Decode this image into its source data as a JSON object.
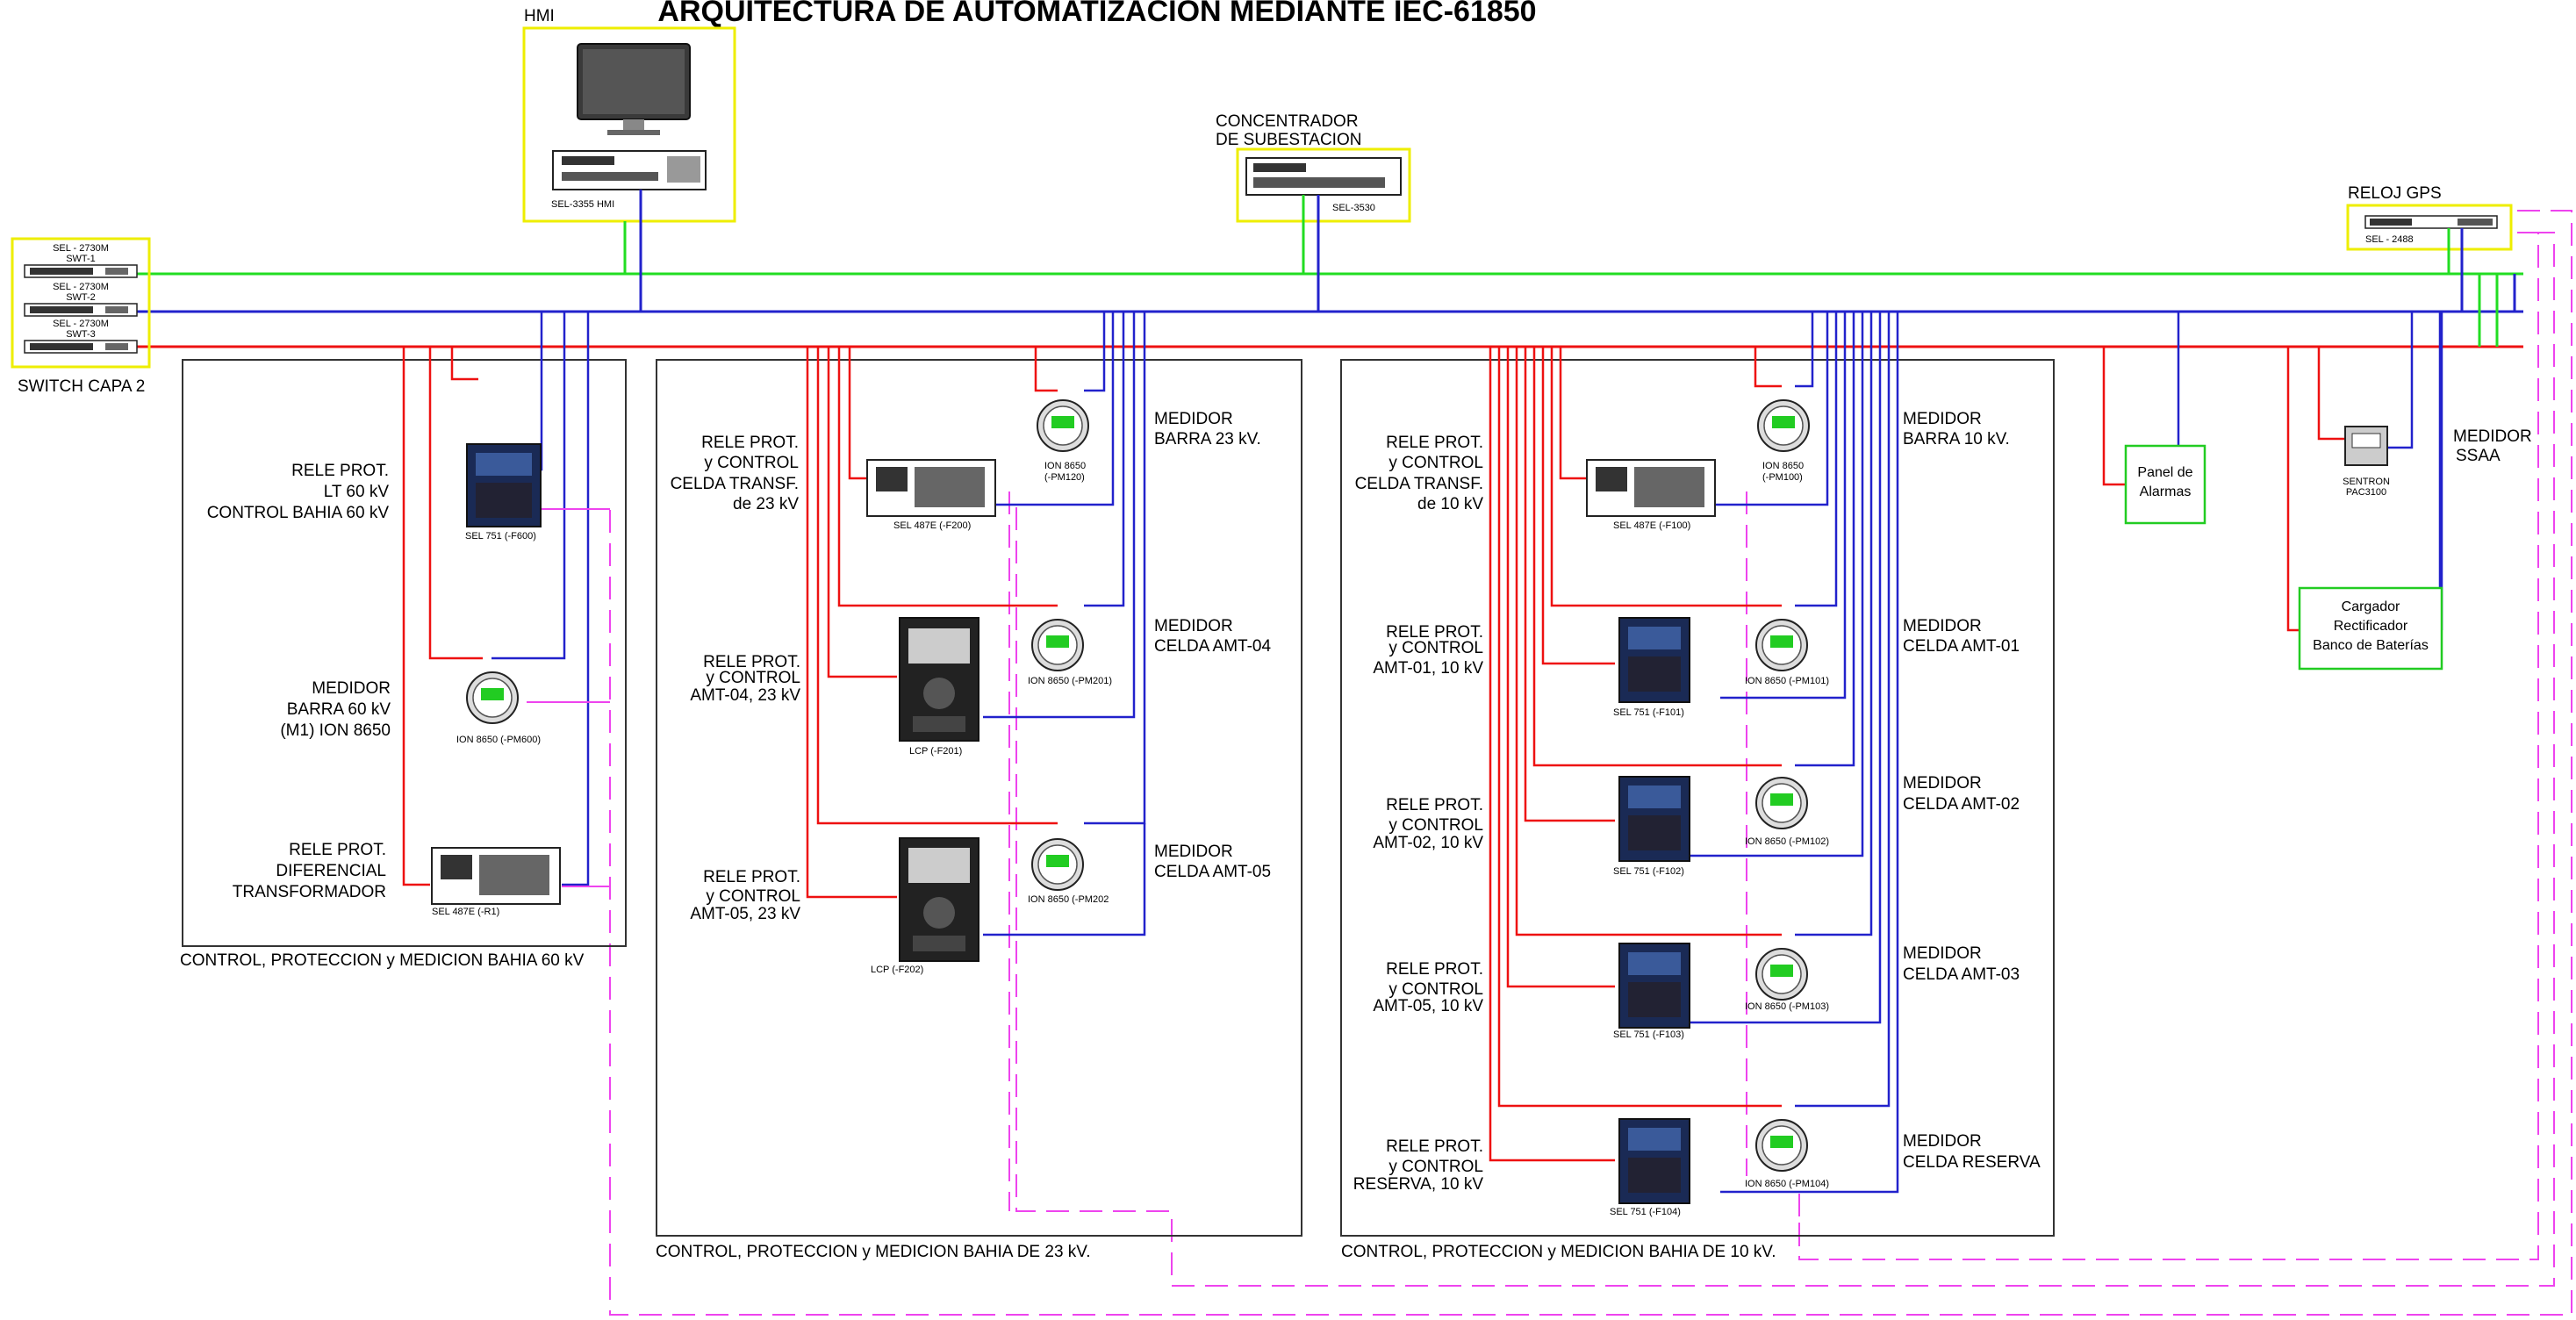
{
  "title": "ARQUITECTURA DE AUTOMATIZACION MEDIANTE IEC-61850",
  "colors": {
    "green_bus": "#22dd22",
    "blue_bus": "#2222cc",
    "red_bus": "#ee1111",
    "magenta_link": "#ee44ee",
    "yellow_box": "#eeee00",
    "green_box": "#22cc22",
    "panel_border": "#333333"
  },
  "hmi": {
    "heading": "HMI",
    "device": "SEL-3355 HMI"
  },
  "concentrador": {
    "line1": "CONCENTRADOR",
    "line2": "DE SUBESTACION",
    "device": "SEL-3530"
  },
  "gps": {
    "heading": "RELOJ GPS",
    "device": "SEL - 2488"
  },
  "switches": {
    "items": [
      {
        "model": "SEL - 2730M",
        "name": "SWT-1"
      },
      {
        "model": "SEL - 2730M",
        "name": "SWT-2"
      },
      {
        "model": "SEL - 2730M",
        "name": "SWT-3"
      }
    ],
    "caption": "SWITCH CAPA 2"
  },
  "bay60": {
    "caption": "CONTROL, PROTECCION y MEDICION BAHIA 60 kV",
    "rele_lt": [
      "RELE PROT.",
      "LT 60 kV",
      "CONTROL BAHIA 60 kV"
    ],
    "rele_lt_dev": "SEL 751 (-F600)",
    "medidor": [
      "MEDIDOR",
      "BARRA 60 kV",
      "(M1)  ION 8650"
    ],
    "medidor_dev": "ION 8650 (-PM600)",
    "rele_dif": [
      "RELE PROT.",
      "DIFERENCIAL",
      "TRANSFORMADOR"
    ],
    "rele_dif_dev": "SEL 487E (-R1)"
  },
  "bay23": {
    "caption": "CONTROL, PROTECCION y MEDICION BAHIA DE 23 kV.",
    "rele_transf": [
      "RELE PROT.",
      "y CONTROL",
      "CELDA TRANSF.",
      "de 23 kV"
    ],
    "rele_transf_dev": "SEL 487E (-F200)",
    "med_barra": [
      "MEDIDOR",
      "BARRA 23 kV."
    ],
    "med_barra_dev": [
      "ION 8650",
      "(-PM120)"
    ],
    "rele_amt04": [
      "RELE PROT.",
      "y CONTROL",
      "AMT-04, 23 kV"
    ],
    "lcp1": "LCP (-F201)",
    "med_amt04": [
      "MEDIDOR",
      "CELDA AMT-04"
    ],
    "med_amt04_dev": "ION 8650 (-PM201)",
    "rele_amt05": [
      "RELE PROT.",
      "y CONTROL",
      "AMT-05, 23 kV"
    ],
    "lcp2": "LCP (-F202)",
    "med_amt05": [
      "MEDIDOR",
      "CELDA AMT-05"
    ],
    "med_amt05_dev": "ION 8650 (-PM202"
  },
  "bay10": {
    "caption": "CONTROL, PROTECCION y MEDICION BAHIA DE 10 kV.",
    "rele_transf": [
      "RELE PROT.",
      "y CONTROL",
      "CELDA TRANSF.",
      "de 10 kV"
    ],
    "rele_transf_dev": "SEL 487E (-F100)",
    "med_barra": [
      "MEDIDOR",
      "BARRA 10 kV."
    ],
    "med_barra_dev": [
      "ION 8650",
      "(-PM100)"
    ],
    "rele_amt01": [
      "RELE PROT.",
      "y CONTROL",
      "AMT-01, 10 kV"
    ],
    "rele_amt01_dev": "SEL 751 (-F101)",
    "med_amt01": [
      "MEDIDOR",
      "CELDA AMT-01"
    ],
    "med_amt01_dev": "ION 8650 (-PM101)",
    "rele_amt02": [
      "RELE PROT.",
      "y CONTROL",
      "AMT-02, 10 kV"
    ],
    "rele_amt02_dev": "SEL 751 (-F102)",
    "med_amt02": [
      "MEDIDOR",
      "CELDA AMT-02"
    ],
    "med_amt02_dev": "ION 8650 (-PM102)",
    "rele_amt05": [
      "RELE PROT.",
      "y CONTROL",
      "AMT-05, 10 kV"
    ],
    "rele_amt05_dev": "SEL 751 (-F103)",
    "med_amt03": [
      "MEDIDOR",
      "CELDA AMT-03"
    ],
    "med_amt03_dev": "ION 8650 (-PM103)",
    "rele_reserva": [
      "RELE PROT.",
      "y CONTROL",
      "RESERVA, 10 kV"
    ],
    "rele_reserva_dev": "SEL 751 (-F104)",
    "med_reserva": [
      "MEDIDOR",
      "CELDA RESERVA"
    ],
    "med_reserva_dev": "ION 8650 (-PM104)"
  },
  "aux": {
    "alarmas": [
      "Panel de",
      "Alarmas"
    ],
    "sentron": [
      "SENTRON",
      "PAC3100"
    ],
    "medidor_ssaa": [
      "MEDIDOR",
      "SSAA"
    ],
    "cargador": [
      "Cargador",
      "Rectificador",
      "Banco de Baterías"
    ]
  }
}
